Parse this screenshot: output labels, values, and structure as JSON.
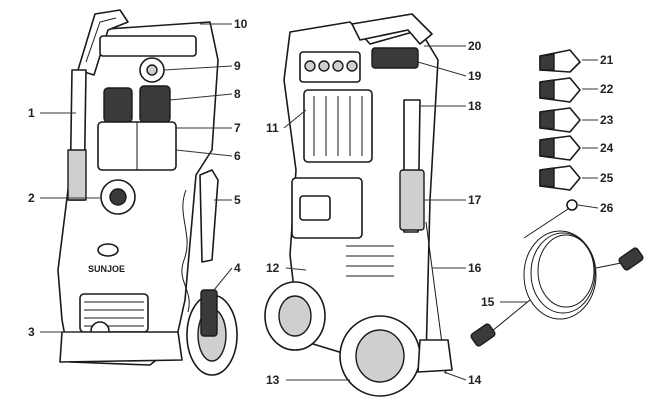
{
  "brand": "SUNJOE",
  "callouts": [
    {
      "id": "1",
      "label": "1"
    },
    {
      "id": "2",
      "label": "2"
    },
    {
      "id": "3",
      "label": "3"
    },
    {
      "id": "4",
      "label": "4"
    },
    {
      "id": "5",
      "label": "5"
    },
    {
      "id": "6",
      "label": "6"
    },
    {
      "id": "7",
      "label": "7"
    },
    {
      "id": "8",
      "label": "8"
    },
    {
      "id": "9",
      "label": "9"
    },
    {
      "id": "10",
      "label": "10"
    },
    {
      "id": "11",
      "label": "11"
    },
    {
      "id": "12",
      "label": "12"
    },
    {
      "id": "13",
      "label": "13"
    },
    {
      "id": "14",
      "label": "14"
    },
    {
      "id": "15",
      "label": "15"
    },
    {
      "id": "16",
      "label": "16"
    },
    {
      "id": "17",
      "label": "17"
    },
    {
      "id": "18",
      "label": "18"
    },
    {
      "id": "19",
      "label": "19"
    },
    {
      "id": "20",
      "label": "20"
    },
    {
      "id": "21",
      "label": "21"
    },
    {
      "id": "22",
      "label": "22"
    },
    {
      "id": "23",
      "label": "23"
    },
    {
      "id": "24",
      "label": "24"
    },
    {
      "id": "25",
      "label": "25"
    },
    {
      "id": "26",
      "label": "26"
    }
  ]
}
